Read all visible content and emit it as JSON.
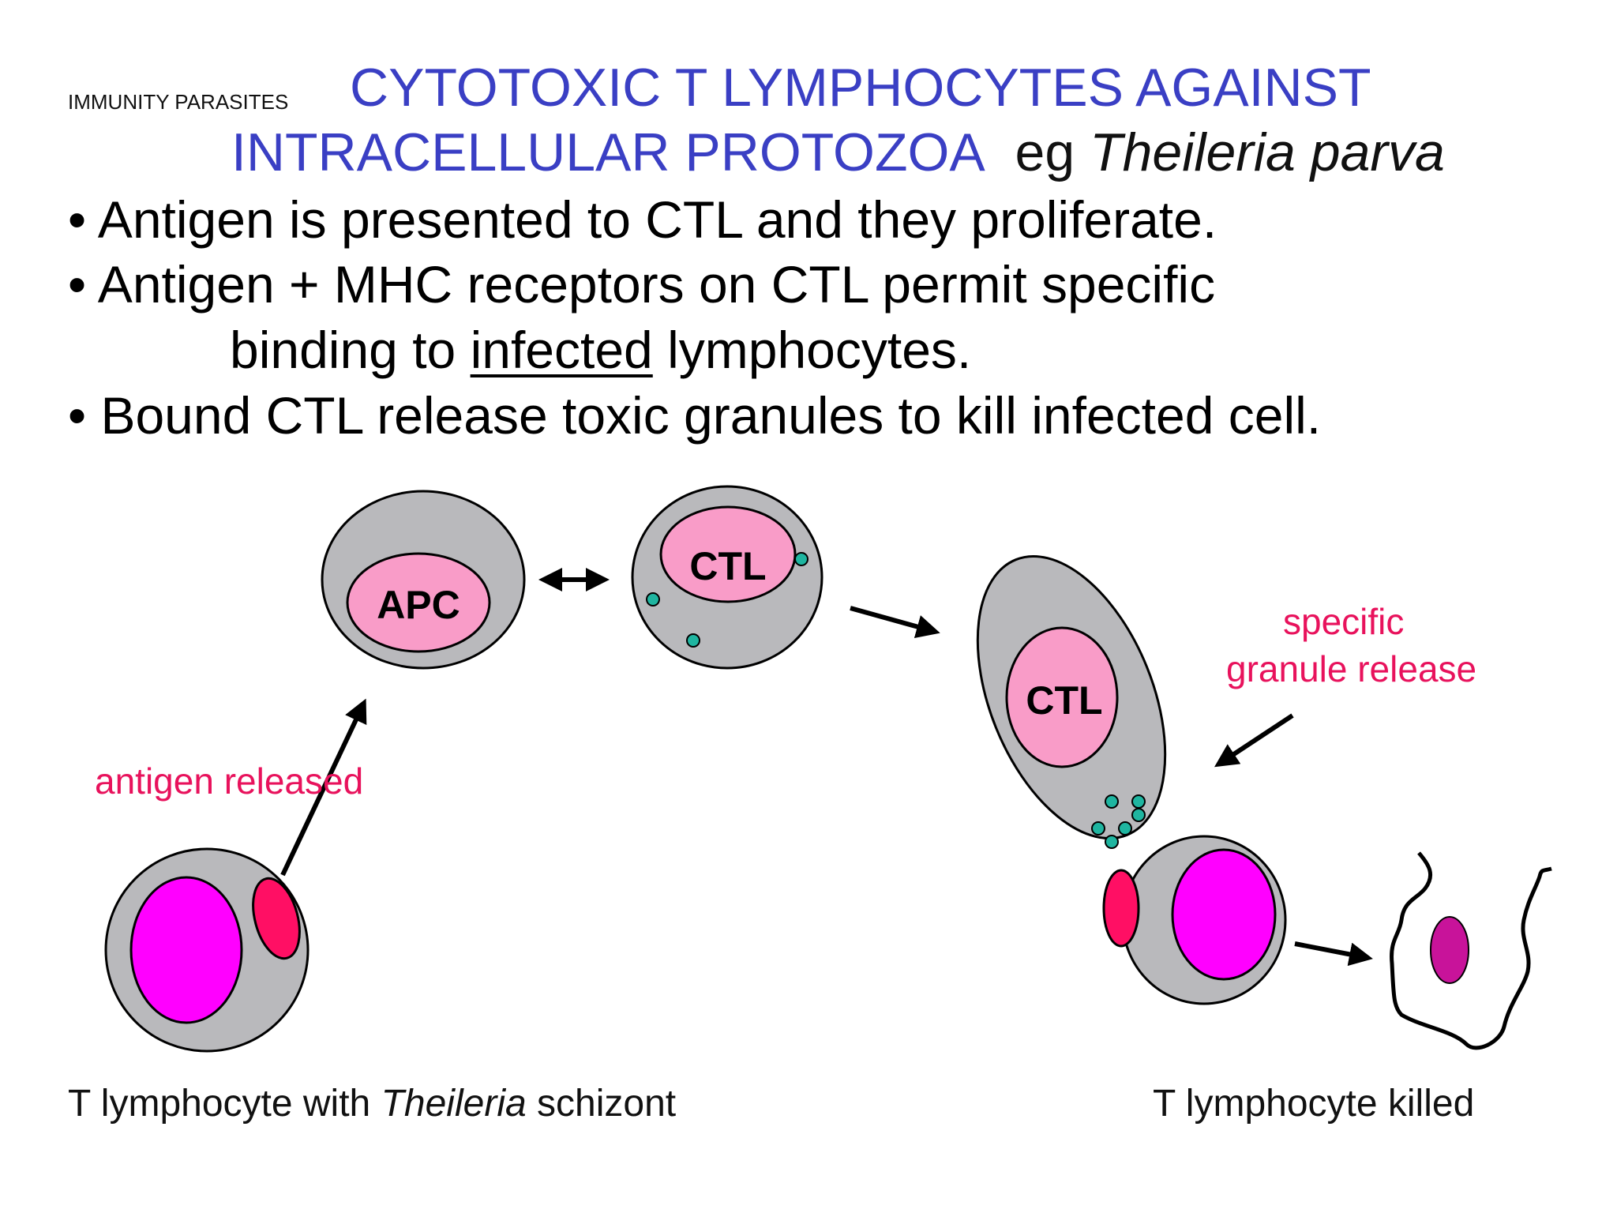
{
  "header": {
    "course_label": "IMMUNITY PARASITES",
    "title_line1": "CYTOTOXIC T LYMPHOCYTES AGAINST",
    "title_line2": "INTRACELLULAR PROTOZOA",
    "title_eg": "eg",
    "title_species": "Theileria parva"
  },
  "bullets": {
    "b1": "• Antigen is presented to CTL and they proliferate.",
    "b2": "• Antigen + MHC receptors on CTL permit specific",
    "b2_cont_pre": "binding to",
    "b2_cont_underlined": "infected",
    "b2_cont_post": "lymphocytes.",
    "b3": "• Bound CTL release toxic granules to kill infected cell."
  },
  "diagram": {
    "cell_apc": "APC",
    "cell_ctl_1": "CTL",
    "cell_ctl_2": "CTL",
    "label_antigen_released": "antigen released",
    "label_specific": "specific",
    "label_granule_release": "granule release",
    "caption_left_pre": "T lymphocyte with",
    "caption_left_italic": "Theileria",
    "caption_left_post": "schizont",
    "caption_right": "T lymphocyte killed",
    "colors": {
      "cell_gray": "#b9b9bc",
      "nucleus_pink": "#f99cc8",
      "nucleus_magenta": "#ff00ff",
      "schizont_red": "#ff0f64",
      "granule_teal": "#1fb5a0",
      "dead_nucleus": "#c8139a",
      "label_pink": "#e8125c",
      "title_blue": "#3a3fc4"
    }
  }
}
